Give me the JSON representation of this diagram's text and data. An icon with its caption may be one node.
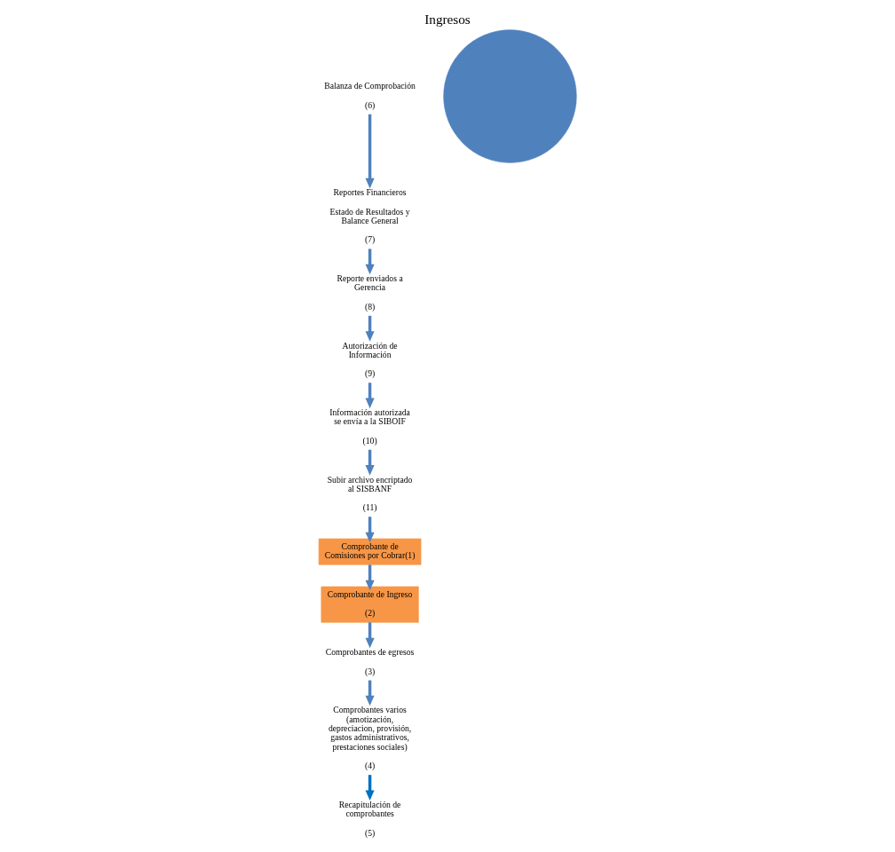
{
  "diagram": {
    "title": "Ingresos",
    "nodes": [
      {
        "text": [
          "Comprobante de Comisiones por Cobrar(1)"
        ]
      },
      {
        "text": [
          "Comprobante de Ingreso",
          "(2)"
        ]
      },
      {
        "text": [
          "Comprobantes de egresos",
          "(3)"
        ]
      },
      {
        "text": [
          "Comprobantes varios (amotización, depreciacion, provisión, gastos administrativos, prestaciones sociales)",
          "(4)"
        ]
      },
      {
        "text": [
          "Recapitulación de comprobantes",
          "(5)"
        ]
      },
      {
        "text": [
          "Balanza de Comprobación",
          "(6)"
        ]
      },
      {
        "text": [
          "Reportes Financieros",
          "Estado de Resultados y Balance General",
          "(7)"
        ]
      },
      {
        "text": [
          "Reporte enviados a Gerencia",
          "(8)"
        ]
      },
      {
        "text": [
          "Autorización de Información",
          "(9)"
        ]
      },
      {
        "text": [
          "Información autorizada se envía a la SIBOIF",
          "(10)"
        ]
      },
      {
        "text": [
          "Subir archivo encriptado al SISBANF",
          "(11)"
        ]
      },
      {
        "text": [],
        "shape": "circle"
      }
    ],
    "edges": [
      {
        "from": 10,
        "to": 0,
        "arrow": "to"
      },
      {
        "from": 0,
        "to": 1,
        "arrow": "to"
      },
      {
        "from": 1,
        "to": 2,
        "arrow": "to"
      },
      {
        "from": 2,
        "to": 3,
        "arrow": "to"
      },
      {
        "from": 3,
        "to": 4,
        "arrow": "to",
        "color": "#0070c0"
      },
      {
        "from": 5,
        "to": 6,
        "arrow": "to"
      },
      {
        "from": 6,
        "to": 7,
        "arrow": "to"
      },
      {
        "from": 7,
        "to": 8,
        "arrow": "to"
      },
      {
        "from": 8,
        "to": 9,
        "arrow": "to"
      },
      {
        "from": 9,
        "to": 10,
        "arrow": "to"
      }
    ]
  }
}
